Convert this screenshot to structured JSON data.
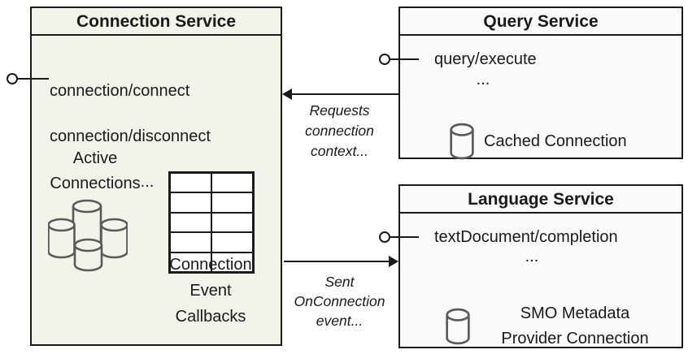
{
  "colors": {
    "border_color": "#1a1a1a",
    "connection_fill": "#f2f4e9",
    "service_fill": "#fafafa",
    "icon_stroke": "#5a5a5a",
    "text_color": "#1a1a1a"
  },
  "connection_service": {
    "title": "Connection Service",
    "method_1": "connection/connect",
    "method_2": "connection/disconnect",
    "ellipsis": "...",
    "active_connections_label": "Active\nConnections",
    "callbacks_label": "Connection\nEvent\nCallbacks"
  },
  "query_service": {
    "title": "Query Service",
    "method_1": "query/execute",
    "ellipsis": "...",
    "cached_connection_label": "Cached Connection"
  },
  "language_service": {
    "title": "Language Service",
    "method_1": "textDocument/completion",
    "ellipsis": "...",
    "smo_connection_label": "SMO Metadata\nProvider Connection"
  },
  "arrows": {
    "requests_label": "Requests\nconnection\ncontext...",
    "sent_label": "Sent\nOnConnection\nevent..."
  },
  "icons": {
    "lollipop": "interface-lollipop",
    "database": "database-cylinder",
    "database_cluster": "database-cluster",
    "callback_table": "callback-table-grid"
  }
}
